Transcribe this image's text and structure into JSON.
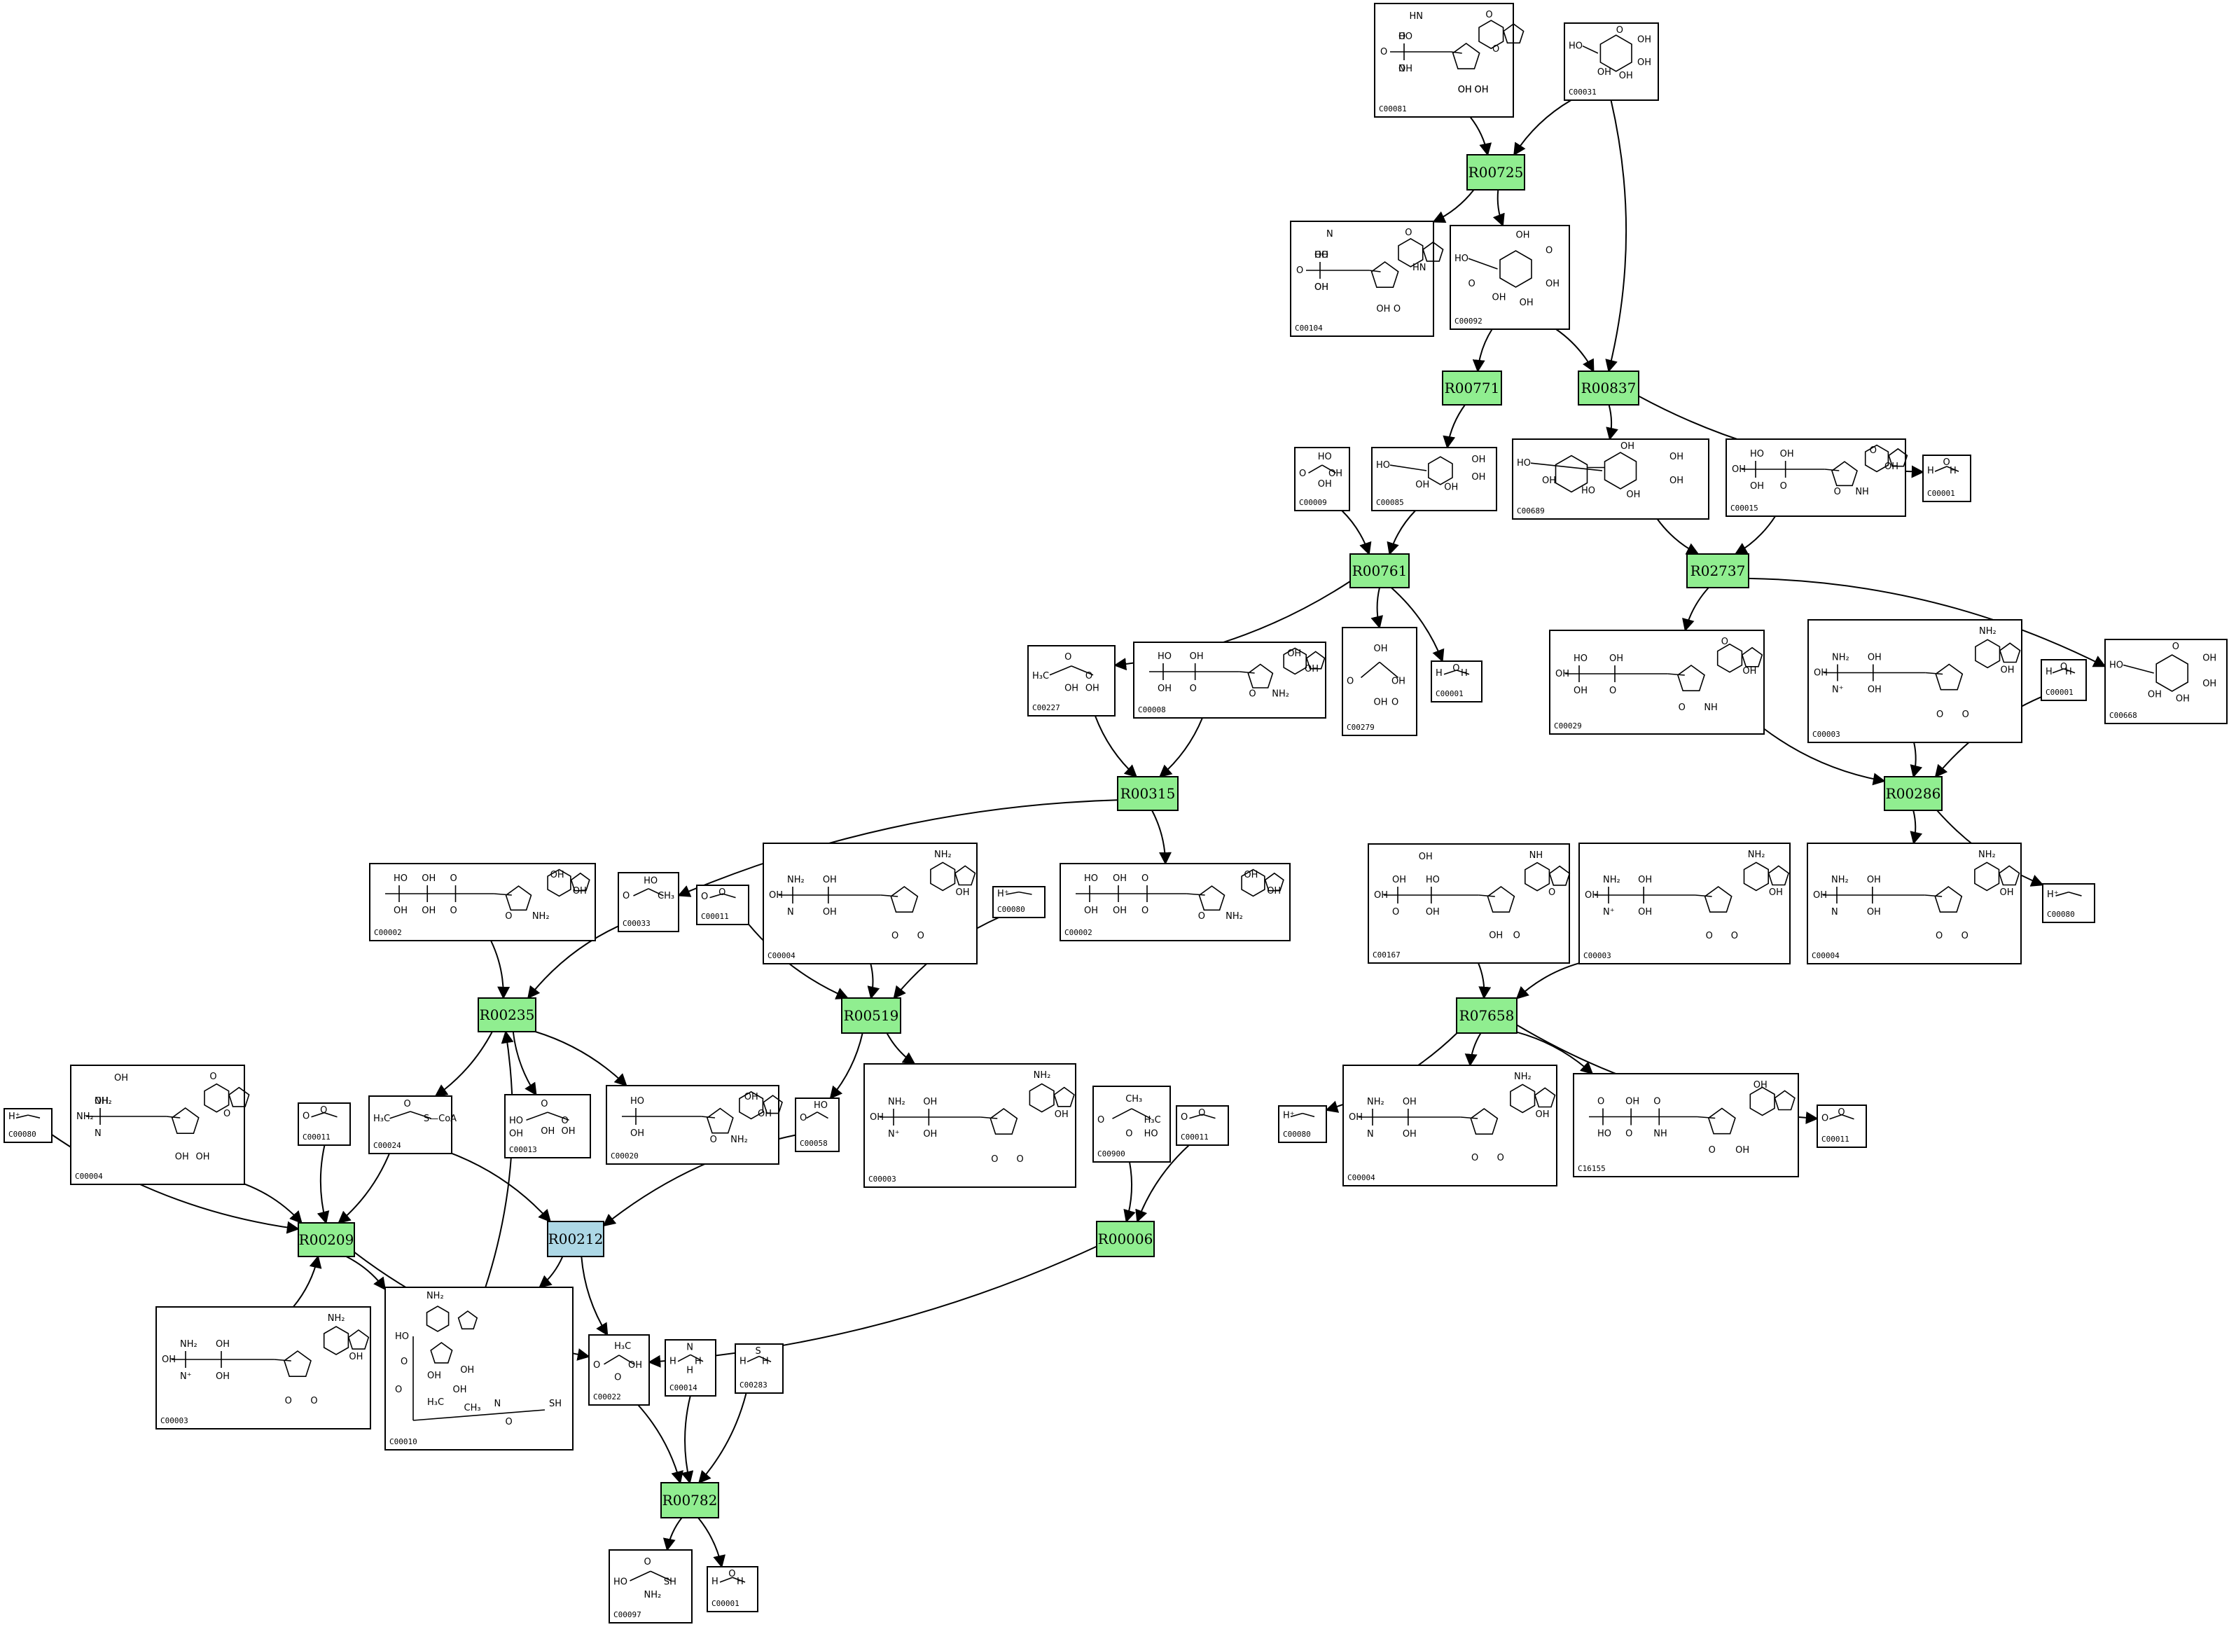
{
  "colors": {
    "reaction": "#90ee90",
    "reaction_highlight": "#add8e6",
    "edge": "#000000",
    "box": "#ffffff"
  },
  "compounds": [
    {
      "id": "c1",
      "label": "C00081",
      "shape": "nucleotide",
      "atom_labels": [
        "HO",
        "OH",
        "OH",
        "OH",
        "O",
        "O",
        "O",
        "HN",
        "O",
        "N",
        "OH",
        "OH"
      ]
    },
    {
      "id": "c2",
      "label": "C00031",
      "shape": "sugar",
      "atom_labels": [
        "HO",
        "OH",
        "OH",
        "OH",
        "OH",
        "O"
      ]
    },
    {
      "id": "c3",
      "label": "C00104",
      "shape": "nucleotide",
      "atom_labels": [
        "HO",
        "OH",
        "OH",
        "O",
        "O",
        "HN",
        "O",
        "N",
        "OH",
        "OH"
      ]
    },
    {
      "id": "c4",
      "label": "C00092",
      "shape": "sugar",
      "atom_labels": [
        "HO",
        "O",
        "OH",
        "OH",
        "OH",
        "OH",
        "O"
      ]
    },
    {
      "id": "c5",
      "label": "C00009",
      "shape": "small",
      "atom_labels": [
        "O",
        "HO",
        "OH",
        "OH"
      ]
    },
    {
      "id": "c6",
      "label": "C00085",
      "shape": "sugar",
      "atom_labels": [
        "HO",
        "OH",
        "OH",
        "OH",
        "OH"
      ]
    },
    {
      "id": "c7",
      "label": "C00689",
      "shape": "sugar2",
      "atom_labels": [
        "HO",
        "OH",
        "OH",
        "OH",
        "HO",
        "OH",
        "OH"
      ]
    },
    {
      "id": "c8",
      "label": "C00015",
      "shape": "nucleotide",
      "atom_labels": [
        "HO",
        "OH",
        "OH",
        "O",
        "O",
        "NH",
        "O",
        "OH",
        "OH"
      ]
    },
    {
      "id": "c9",
      "label": "C00001",
      "shape": "small",
      "atom_labels": [
        "H",
        "O",
        "H"
      ]
    },
    {
      "id": "c10",
      "label": "C00227",
      "shape": "small",
      "atom_labels": [
        "H₃C",
        "O",
        "O",
        "OH",
        "OH"
      ]
    },
    {
      "id": "c11",
      "label": "C00008",
      "shape": "nucleotide",
      "atom_labels": [
        "HO",
        "OH",
        "OH",
        "O",
        "O",
        "NH₂",
        "OH",
        "OH"
      ]
    },
    {
      "id": "c12",
      "label": "C00279",
      "shape": "small",
      "atom_labels": [
        "O",
        "OH",
        "OH",
        "OH",
        "O"
      ]
    },
    {
      "id": "c13",
      "label": "C00001",
      "shape": "small",
      "atom_labels": [
        "H",
        "O",
        "H"
      ]
    },
    {
      "id": "c14",
      "label": "C00029",
      "shape": "nucleotide",
      "atom_labels": [
        "HO",
        "OH",
        "OH",
        "O",
        "O",
        "NH",
        "O",
        "OH",
        "OH"
      ]
    },
    {
      "id": "c15",
      "label": "C00003",
      "shape": "nucleotide",
      "atom_labels": [
        "NH₂",
        "N⁺",
        "OH",
        "OH",
        "O",
        "O",
        "NH₂",
        "OH",
        "OH"
      ]
    },
    {
      "id": "c16",
      "label": "C00001",
      "shape": "small",
      "atom_labels": [
        "H",
        "O",
        "H"
      ]
    },
    {
      "id": "c17",
      "label": "C00668",
      "shape": "sugar",
      "atom_labels": [
        "HO",
        "OH",
        "OH",
        "OH",
        "OH",
        "O"
      ]
    },
    {
      "id": "c18",
      "label": "C00002",
      "shape": "nucleotide",
      "atom_labels": [
        "HO",
        "OH",
        "OH",
        "OH",
        "O",
        "O",
        "O",
        "NH₂",
        "OH",
        "OH"
      ]
    },
    {
      "id": "c19",
      "label": "C00033",
      "shape": "small",
      "atom_labels": [
        "O",
        "HO",
        "CH₃"
      ]
    },
    {
      "id": "c20",
      "label": "C00011",
      "shape": "small",
      "atom_labels": [
        "O",
        "O"
      ]
    },
    {
      "id": "c21",
      "label": "C00004",
      "shape": "nucleotide",
      "atom_labels": [
        "NH₂",
        "N",
        "OH",
        "OH",
        "O",
        "O",
        "NH₂",
        "OH",
        "OH"
      ]
    },
    {
      "id": "c22",
      "label": "C00080",
      "shape": "small",
      "atom_labels": [
        "H⁺"
      ]
    },
    {
      "id": "c23",
      "label": "C00002",
      "shape": "nucleotide",
      "atom_labels": [
        "HO",
        "OH",
        "OH",
        "OH",
        "O",
        "O",
        "O",
        "NH₂",
        "OH",
        "OH"
      ]
    },
    {
      "id": "c24",
      "label": "C00167",
      "shape": "nucleotide",
      "atom_labels": [
        "OH",
        "O",
        "HO",
        "OH",
        "OH",
        "O",
        "NH",
        "O",
        "OH",
        "OH"
      ]
    },
    {
      "id": "c25",
      "label": "C00003",
      "shape": "nucleotide",
      "atom_labels": [
        "NH₂",
        "N⁺",
        "OH",
        "OH",
        "O",
        "O",
        "NH₂",
        "OH",
        "OH"
      ]
    },
    {
      "id": "c26",
      "label": "C00004",
      "shape": "nucleotide",
      "atom_labels": [
        "NH₂",
        "N",
        "OH",
        "OH",
        "O",
        "O",
        "NH₂",
        "OH",
        "OH"
      ]
    },
    {
      "id": "c27",
      "label": "C00080",
      "shape": "small",
      "atom_labels": [
        "H⁺"
      ]
    },
    {
      "id": "c28",
      "label": "C00004",
      "shape": "nucleotide",
      "atom_labels": [
        "NH₂",
        "N",
        "OH",
        "OH",
        "O",
        "O",
        "NH₂",
        "OH",
        "OH"
      ]
    },
    {
      "id": "c29",
      "label": "C00011",
      "shape": "small",
      "atom_labels": [
        "O",
        "O"
      ]
    },
    {
      "id": "c30",
      "label": "C00024",
      "shape": "small",
      "atom_labels": [
        "H₃C",
        "O",
        "S—CoA"
      ]
    },
    {
      "id": "c31",
      "label": "C00013",
      "shape": "small",
      "atom_labels": [
        "HO",
        "O",
        "O",
        "OH",
        "OH",
        "OH"
      ]
    },
    {
      "id": "c32",
      "label": "C00020",
      "shape": "nucleotide",
      "atom_labels": [
        "HO",
        "OH",
        "O",
        "NH₂",
        "OH",
        "OH"
      ]
    },
    {
      "id": "c33",
      "label": "C00058",
      "shape": "small",
      "atom_labels": [
        "O",
        "HO"
      ]
    },
    {
      "id": "c34",
      "label": "C00003",
      "shape": "nucleotide",
      "atom_labels": [
        "NH₂",
        "N⁺",
        "OH",
        "OH",
        "O",
        "O",
        "NH₂",
        "OH",
        "OH"
      ]
    },
    {
      "id": "c35",
      "label": "C00900",
      "shape": "small",
      "atom_labels": [
        "O",
        "CH₃",
        "H₃C",
        "O",
        "HO"
      ]
    },
    {
      "id": "c36",
      "label": "C00011",
      "shape": "small",
      "atom_labels": [
        "O",
        "O"
      ]
    },
    {
      "id": "c37",
      "label": "C00080",
      "shape": "small",
      "atom_labels": [
        "H⁺"
      ]
    },
    {
      "id": "c38",
      "label": "C00004",
      "shape": "nucleotide",
      "atom_labels": [
        "NH₂",
        "N",
        "OH",
        "OH",
        "O",
        "O",
        "NH₂",
        "OH",
        "OH"
      ]
    },
    {
      "id": "c39",
      "label": "C16155",
      "shape": "nucleotide",
      "atom_labels": [
        "O",
        "HO",
        "OH",
        "O",
        "O",
        "NH",
        "O",
        "OH",
        "OH"
      ]
    },
    {
      "id": "c40",
      "label": "C00011",
      "shape": "small",
      "atom_labels": [
        "O",
        "O"
      ]
    },
    {
      "id": "c41",
      "label": "C00003",
      "shape": "nucleotide",
      "atom_labels": [
        "NH₂",
        "N⁺",
        "OH",
        "OH",
        "O",
        "O",
        "NH₂",
        "OH",
        "OH"
      ]
    },
    {
      "id": "c42",
      "label": "C00010",
      "shape": "coa",
      "atom_labels": [
        "NH₂",
        "HO",
        "O",
        "OH",
        "OH",
        "O",
        "H₃C",
        "OH",
        "CH₃",
        "N",
        "O",
        "SH"
      ]
    },
    {
      "id": "c43",
      "label": "C00022",
      "shape": "small",
      "atom_labels": [
        "O",
        "H₃C",
        "OH",
        "O"
      ]
    },
    {
      "id": "c44",
      "label": "C00014",
      "shape": "small",
      "atom_labels": [
        "H",
        "N",
        "H",
        "H"
      ]
    },
    {
      "id": "c45",
      "label": "C00283",
      "shape": "small",
      "atom_labels": [
        "H",
        "S",
        "H"
      ]
    },
    {
      "id": "c46",
      "label": "C00097",
      "shape": "small",
      "atom_labels": [
        "HO",
        "O",
        "SH",
        "NH₂"
      ]
    },
    {
      "id": "c47",
      "label": "C00001",
      "shape": "small",
      "atom_labels": [
        "H",
        "O",
        "H"
      ]
    }
  ],
  "reactions": [
    {
      "id": "r1",
      "label": "R00725",
      "highlight": false
    },
    {
      "id": "r2",
      "label": "R00771",
      "highlight": false
    },
    {
      "id": "r3",
      "label": "R00837",
      "highlight": false
    },
    {
      "id": "r4",
      "label": "R00761",
      "highlight": false
    },
    {
      "id": "r5",
      "label": "R02737",
      "highlight": false
    },
    {
      "id": "r6",
      "label": "R00315",
      "highlight": false
    },
    {
      "id": "r7",
      "label": "R00286",
      "highlight": false
    },
    {
      "id": "r8",
      "label": "R00235",
      "highlight": false
    },
    {
      "id": "r9",
      "label": "R00519",
      "highlight": false
    },
    {
      "id": "r10",
      "label": "R07658",
      "highlight": false
    },
    {
      "id": "r11",
      "label": "R00209",
      "highlight": false
    },
    {
      "id": "r12",
      "label": "R00212",
      "highlight": true
    },
    {
      "id": "r13",
      "label": "R00006",
      "highlight": false
    },
    {
      "id": "r14",
      "label": "R00782",
      "highlight": false
    }
  ],
  "edges": [
    [
      "c1",
      "r1"
    ],
    [
      "c2",
      "r1"
    ],
    [
      "r1",
      "c3"
    ],
    [
      "r1",
      "c4"
    ],
    [
      "c2",
      "r3"
    ],
    [
      "c4",
      "r2"
    ],
    [
      "c4",
      "r3"
    ],
    [
      "r2",
      "c6"
    ],
    [
      "r3",
      "c7"
    ],
    [
      "r3",
      "c9"
    ],
    [
      "c5",
      "r4"
    ],
    [
      "c6",
      "r4"
    ],
    [
      "r4",
      "c10"
    ],
    [
      "r4",
      "c12"
    ],
    [
      "r4",
      "c13"
    ],
    [
      "c7",
      "r5"
    ],
    [
      "c8",
      "r5"
    ],
    [
      "r5",
      "c14"
    ],
    [
      "r5",
      "c17"
    ],
    [
      "c10",
      "r6"
    ],
    [
      "c11",
      "r6"
    ],
    [
      "r6",
      "c19"
    ],
    [
      "r6",
      "c23"
    ],
    [
      "c14",
      "r7"
    ],
    [
      "c15",
      "r7"
    ],
    [
      "c16",
      "r7"
    ],
    [
      "r7",
      "c26"
    ],
    [
      "r7",
      "c27"
    ],
    [
      "c18",
      "r8"
    ],
    [
      "c19",
      "r8"
    ],
    [
      "r8",
      "c30"
    ],
    [
      "r8",
      "c31"
    ],
    [
      "r8",
      "c32"
    ],
    [
      "c20",
      "r9"
    ],
    [
      "c21",
      "r9"
    ],
    [
      "c22",
      "r9"
    ],
    [
      "r9",
      "c33"
    ],
    [
      "r9",
      "c34"
    ],
    [
      "c24",
      "r10"
    ],
    [
      "c25",
      "r10"
    ],
    [
      "r10",
      "c37"
    ],
    [
      "r10",
      "c38"
    ],
    [
      "r10",
      "c39"
    ],
    [
      "r10",
      "c40"
    ],
    [
      "c28",
      "r11"
    ],
    [
      "c29",
      "r11"
    ],
    [
      "c30",
      "r11"
    ],
    [
      "c41",
      "r11"
    ],
    [
      "r11",
      "c42"
    ],
    [
      "r11",
      "c43"
    ],
    [
      "c30",
      "r12"
    ],
    [
      "c33",
      "r12"
    ],
    [
      "r12",
      "c42"
    ],
    [
      "r12",
      "c43"
    ],
    [
      "c35",
      "r13"
    ],
    [
      "c36",
      "r13"
    ],
    [
      "r13",
      "c43"
    ],
    [
      "c42",
      "r8"
    ],
    [
      "c43",
      "r14"
    ],
    [
      "c44",
      "r14"
    ],
    [
      "c45",
      "r14"
    ],
    [
      "r14",
      "c46"
    ],
    [
      "r14",
      "c47"
    ]
  ]
}
